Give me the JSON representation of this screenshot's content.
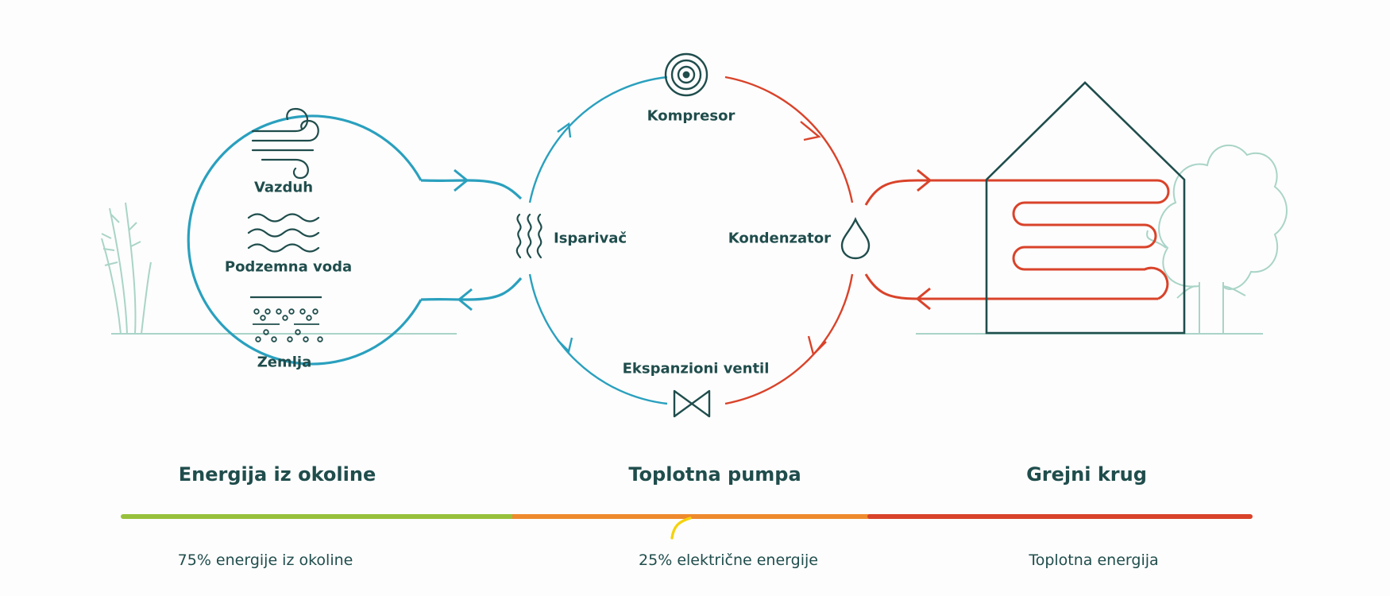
{
  "labels": {
    "air": "Vazduh",
    "groundwater": "Podzemna voda",
    "earth": "Zemlja",
    "compressor": "Kompresor",
    "evaporator": "Isparivač",
    "condenser": "Kondenzator",
    "expansion_valve": "Ekspanzioni ventil"
  },
  "sections": [
    {
      "heading": "Energija iz okoline",
      "share": "75% energije iz okoline"
    },
    {
      "heading": "Toplotna pumpa",
      "share": "25% električne energije"
    },
    {
      "heading": "Grejni krug",
      "share": "Toplotna energija"
    }
  ],
  "colors": {
    "cold": "#2aa0be",
    "hot": "#d9432a",
    "text": "#1f4d4c",
    "landscape": "#a9d4c7",
    "bar_green": "#97c13c",
    "bar_orange": "#ee8a2d",
    "bar_red": "#d9432a",
    "electric": "#f5d20d"
  },
  "icons": {
    "air": "wind-icon",
    "groundwater": "waves-icon",
    "earth": "soil-icon",
    "compressor": "compressor-icon",
    "evaporator": "evaporator-icon",
    "condenser": "drop-icon",
    "expansion_valve": "valve-icon",
    "building": "house-icon"
  }
}
